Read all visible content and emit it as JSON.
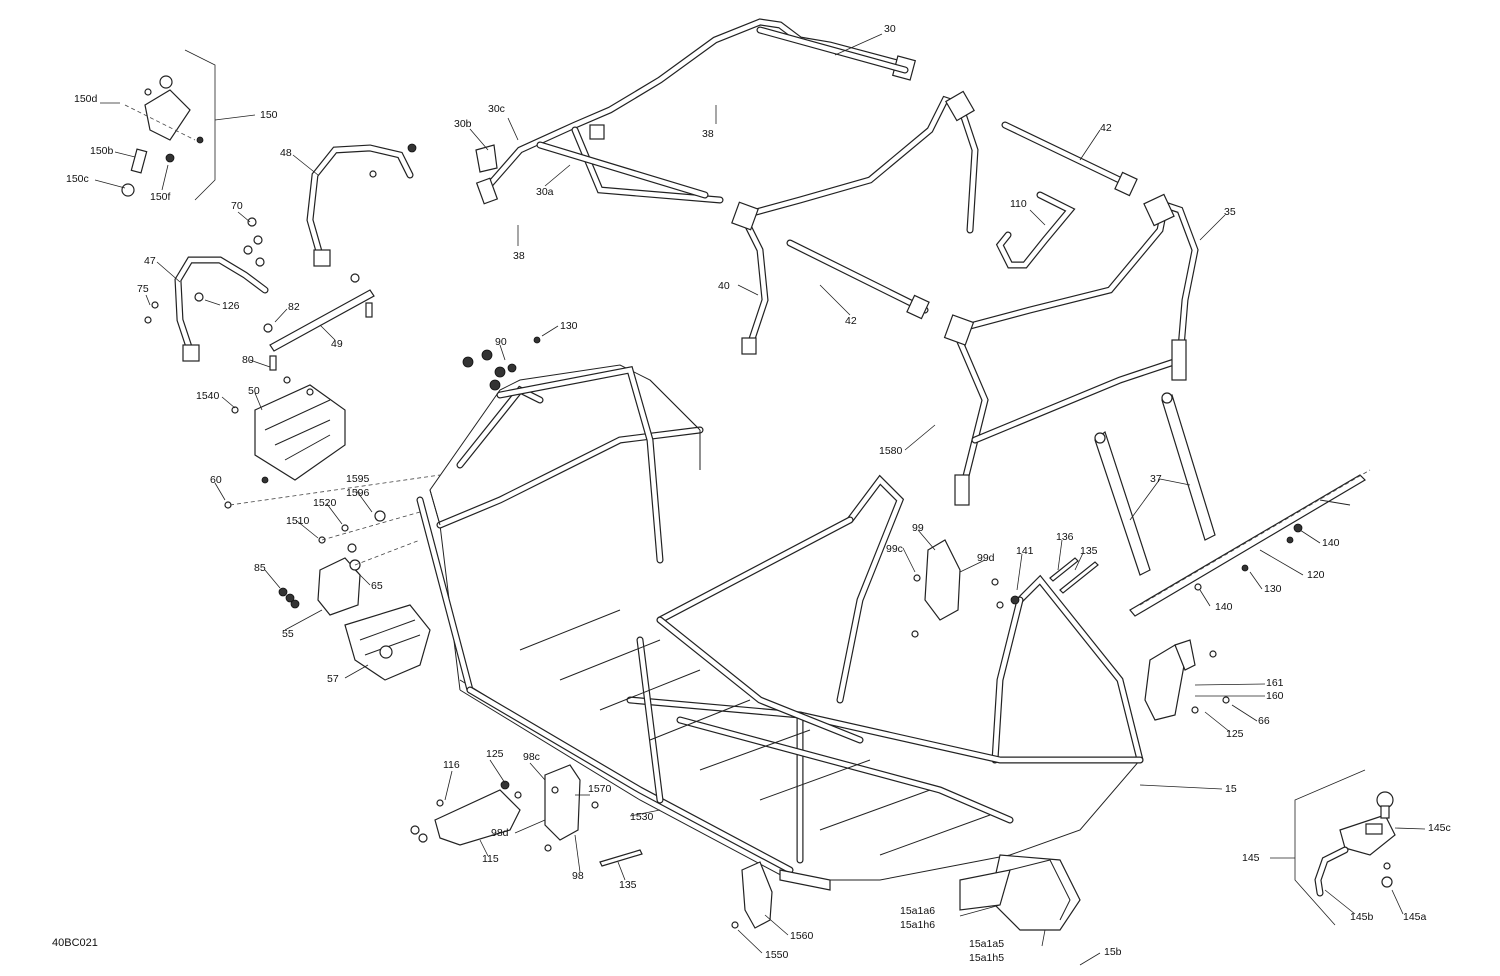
{
  "diagram_code": "40BC021",
  "callouts": [
    {
      "id": "c-30",
      "text": "30"
    },
    {
      "id": "c-30c",
      "text": "30c"
    },
    {
      "id": "c-30b",
      "text": "30b"
    },
    {
      "id": "c-30a",
      "text": "30a"
    },
    {
      "id": "c-38a",
      "text": "38"
    },
    {
      "id": "c-38b",
      "text": "38"
    },
    {
      "id": "c-42a",
      "text": "42"
    },
    {
      "id": "c-42b",
      "text": "42"
    },
    {
      "id": "c-35",
      "text": "35"
    },
    {
      "id": "c-110",
      "text": "110"
    },
    {
      "id": "c-40",
      "text": "40"
    },
    {
      "id": "c-150d",
      "text": "150d"
    },
    {
      "id": "c-150",
      "text": "150"
    },
    {
      "id": "c-150b",
      "text": "150b"
    },
    {
      "id": "c-150c",
      "text": "150c"
    },
    {
      "id": "c-150f",
      "text": "150f"
    },
    {
      "id": "c-48",
      "text": "48"
    },
    {
      "id": "c-70",
      "text": "70"
    },
    {
      "id": "c-47",
      "text": "47"
    },
    {
      "id": "c-75",
      "text": "75"
    },
    {
      "id": "c-126",
      "text": "126"
    },
    {
      "id": "c-82",
      "text": "82"
    },
    {
      "id": "c-49",
      "text": "49"
    },
    {
      "id": "c-80",
      "text": "80"
    },
    {
      "id": "c-90",
      "text": "90"
    },
    {
      "id": "c-130a",
      "text": "130"
    },
    {
      "id": "c-1540",
      "text": "1540"
    },
    {
      "id": "c-50",
      "text": "50"
    },
    {
      "id": "c-60",
      "text": "60"
    },
    {
      "id": "c-1595",
      "text": "1595"
    },
    {
      "id": "c-1596",
      "text": "1596"
    },
    {
      "id": "c-1520",
      "text": "1520"
    },
    {
      "id": "c-1510",
      "text": "1510"
    },
    {
      "id": "c-85",
      "text": "85"
    },
    {
      "id": "c-65",
      "text": "65"
    },
    {
      "id": "c-55",
      "text": "55"
    },
    {
      "id": "c-57",
      "text": "57"
    },
    {
      "id": "c-1580",
      "text": "1580"
    },
    {
      "id": "c-37",
      "text": "37"
    },
    {
      "id": "c-99",
      "text": "99"
    },
    {
      "id": "c-99c",
      "text": "99c"
    },
    {
      "id": "c-99d",
      "text": "99d"
    },
    {
      "id": "c-141",
      "text": "141"
    },
    {
      "id": "c-136",
      "text": "136"
    },
    {
      "id": "c-135a",
      "text": "135"
    },
    {
      "id": "c-140a",
      "text": "140"
    },
    {
      "id": "c-120",
      "text": "120"
    },
    {
      "id": "c-130b",
      "text": "130"
    },
    {
      "id": "c-140b",
      "text": "140"
    },
    {
      "id": "c-161",
      "text": "161"
    },
    {
      "id": "c-160",
      "text": "160"
    },
    {
      "id": "c-66",
      "text": "66"
    },
    {
      "id": "c-125a",
      "text": "125"
    },
    {
      "id": "c-15",
      "text": "15"
    },
    {
      "id": "c-116",
      "text": "116"
    },
    {
      "id": "c-125b",
      "text": "125"
    },
    {
      "id": "c-98c",
      "text": "98c"
    },
    {
      "id": "c-1570",
      "text": "1570"
    },
    {
      "id": "c-1530",
      "text": "1530"
    },
    {
      "id": "c-98d",
      "text": "98d"
    },
    {
      "id": "c-115",
      "text": "115"
    },
    {
      "id": "c-98",
      "text": "98"
    },
    {
      "id": "c-135b",
      "text": "135"
    },
    {
      "id": "c-1560",
      "text": "1560"
    },
    {
      "id": "c-1550",
      "text": "1550"
    },
    {
      "id": "c-15a1a6",
      "text": "15a1a6"
    },
    {
      "id": "c-15a1h6",
      "text": "15a1h6"
    },
    {
      "id": "c-15a1a5",
      "text": "15a1a5"
    },
    {
      "id": "c-15a1h5",
      "text": "15a1h5"
    },
    {
      "id": "c-15b",
      "text": "15b"
    },
    {
      "id": "c-145",
      "text": "145"
    },
    {
      "id": "c-145c",
      "text": "145c"
    },
    {
      "id": "c-145b",
      "text": "145b"
    },
    {
      "id": "c-145a",
      "text": "145a"
    }
  ]
}
